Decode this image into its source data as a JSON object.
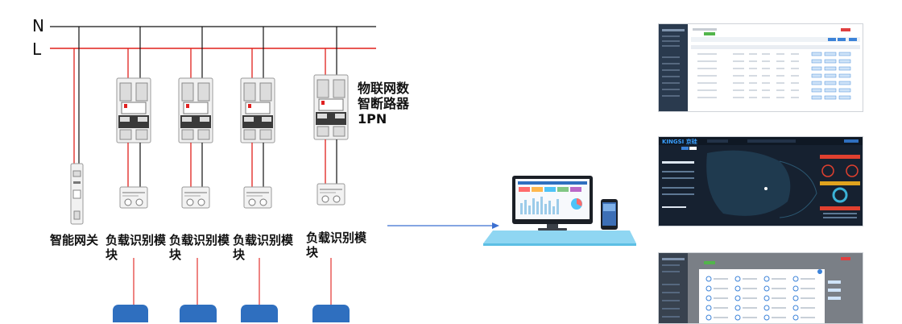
{
  "bus_labels": {
    "neutral": "N",
    "live": "L"
  },
  "breaker_label": "物联网数智断路器1PN",
  "modules": {
    "gateway": "智能网关",
    "load_1": "负载识别模块",
    "load_2": "负载识别模块",
    "load_3": "负载识别模块",
    "load_4": "负载识别模块"
  },
  "dashboard_2": {
    "brand": "KINGSI 京硅"
  },
  "colors": {
    "neutral_wire": "#111111",
    "live_wire": "#e0201b",
    "signal_line": "#3b6fd1",
    "device_blue": "#2f6fbf",
    "dark_panel": "#1a2638",
    "sidebar": "#2a3a4e"
  }
}
